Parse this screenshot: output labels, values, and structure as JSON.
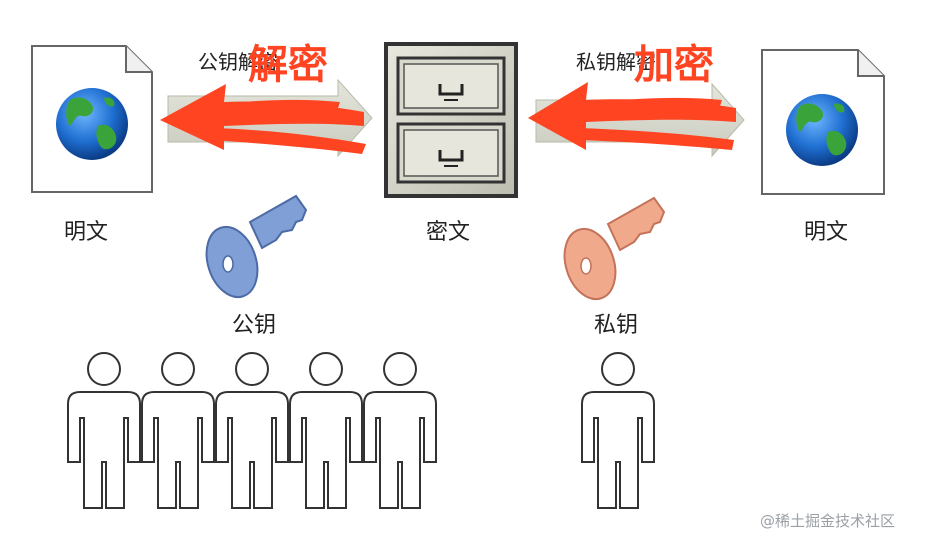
{
  "labels": {
    "plaintext_left": "明文",
    "ciphertext": "密文",
    "plaintext_right": "明文",
    "public_key": "公钥",
    "private_key": "私钥",
    "left_arrow_text": "公钥解密",
    "right_arrow_text": "私钥解密",
    "left_overlay": "解密",
    "right_overlay": "加密"
  },
  "watermark": "@稀土掘金技术社区",
  "colors": {
    "red_arrow": "#ff4422",
    "public_key": "#7f9fd6",
    "private_key": "#f1a98b",
    "cabinet": "#cfcfc4"
  },
  "icons": {
    "document": "globe-document-icon",
    "cabinet": "file-cabinet-icon",
    "public_key": "blue-key-icon",
    "private_key": "orange-key-icon",
    "person": "person-icon"
  },
  "people": {
    "public_group_count": 5,
    "private_group_count": 1
  }
}
